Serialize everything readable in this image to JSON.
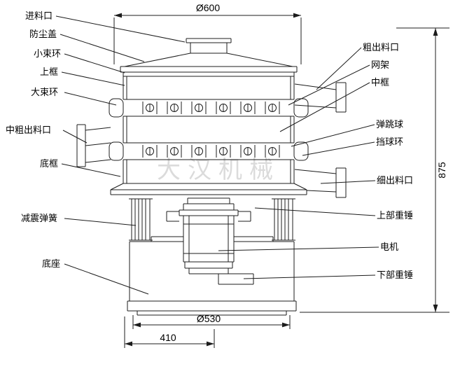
{
  "watermark": "大汉机械",
  "colors": {
    "line": "#1c1c1c",
    "watermark": "#c9c9c9"
  },
  "dimensions": {
    "top_diameter": "Ø600",
    "overall_height": "875",
    "base_diameter": "Ø530",
    "base_span": "410"
  },
  "labels_left": [
    {
      "id": "feed-inlet",
      "text": "进料口"
    },
    {
      "id": "dust-cover",
      "text": "防尘盖"
    },
    {
      "id": "small-clamp-ring",
      "text": "小束环"
    },
    {
      "id": "upper-frame",
      "text": "上框"
    },
    {
      "id": "large-clamp-ring",
      "text": "大束环"
    },
    {
      "id": "mid-coarse-outlet",
      "text": "中粗出料口"
    },
    {
      "id": "bottom-frame",
      "text": "底框"
    },
    {
      "id": "damping-spring",
      "text": "减震弹簧"
    },
    {
      "id": "base",
      "text": "底座"
    }
  ],
  "labels_right": [
    {
      "id": "coarse-outlet",
      "text": "粗出料口"
    },
    {
      "id": "mesh-frame",
      "text": "网架"
    },
    {
      "id": "middle-frame",
      "text": "中框"
    },
    {
      "id": "bouncing-ball",
      "text": "弹跳球"
    },
    {
      "id": "ball-stop-ring",
      "text": "挡球环"
    },
    {
      "id": "fine-outlet",
      "text": "细出料口"
    },
    {
      "id": "upper-weight",
      "text": "上部重锤"
    },
    {
      "id": "motor",
      "text": "电机"
    },
    {
      "id": "lower-weight",
      "text": "下部重锤"
    }
  ]
}
